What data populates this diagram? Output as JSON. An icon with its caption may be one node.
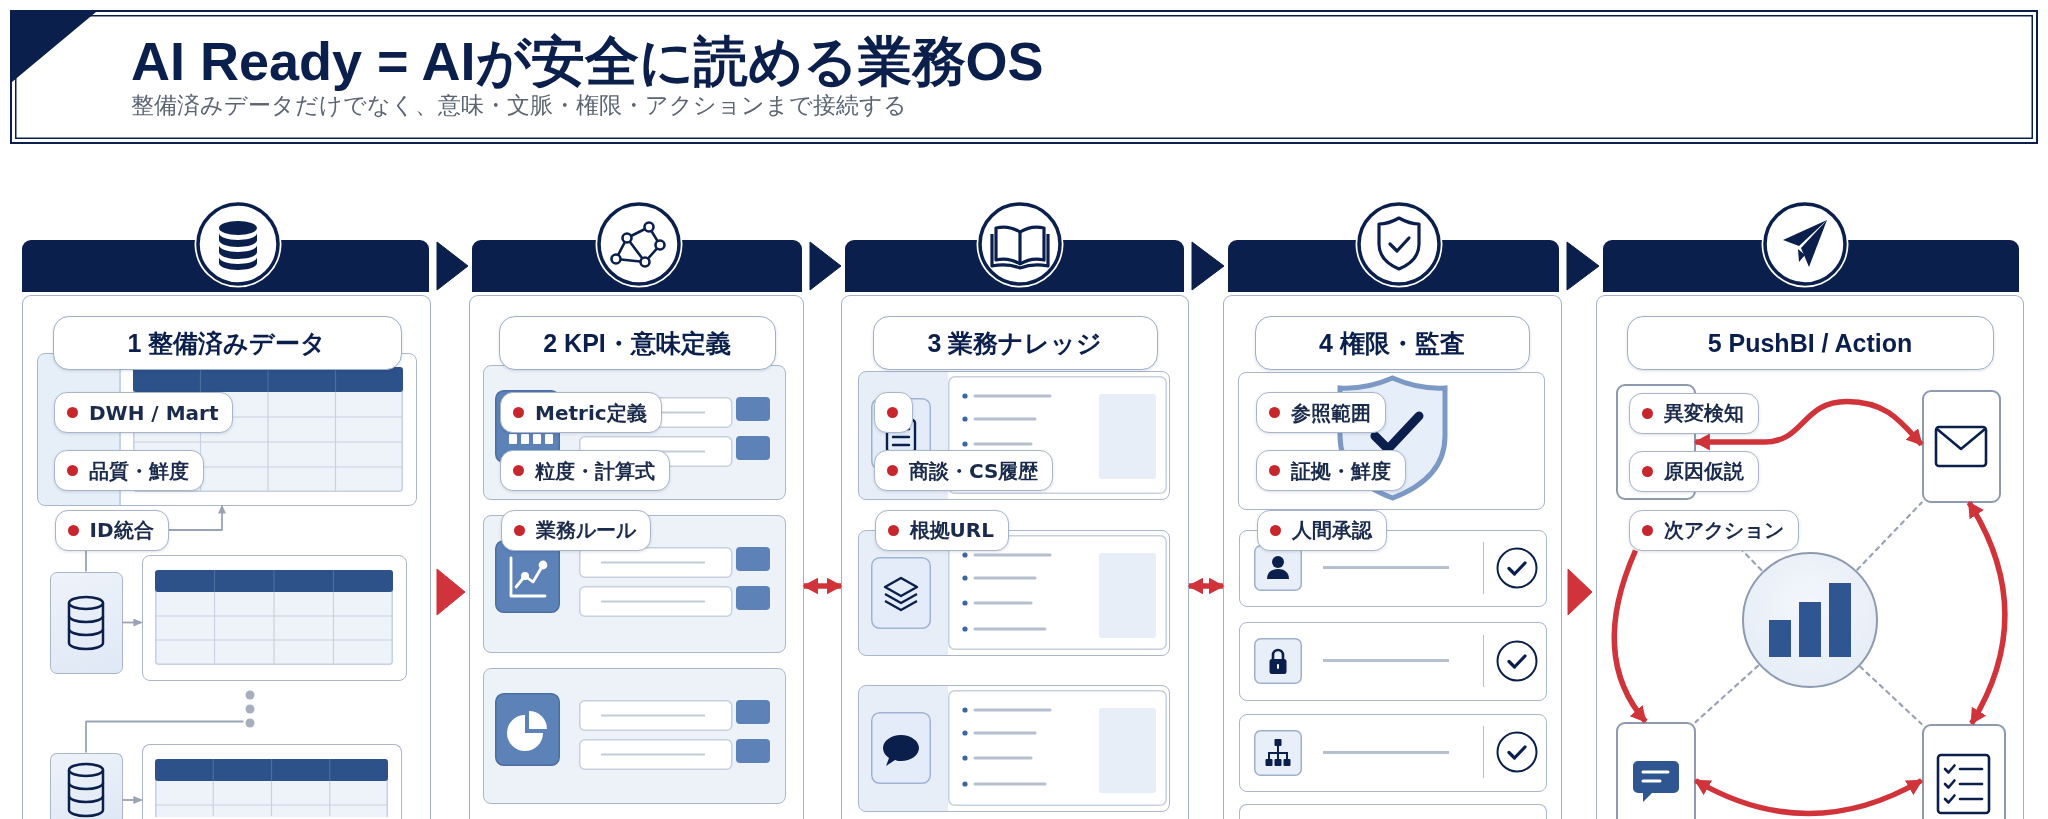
{
  "diagram": {
    "title": "AI Ready = AIが安全に読める業務OS",
    "nodes": [
      {
        "text": [],
        "shape": "bar"
      },
      {
        "text": [],
        "shape": "box"
      },
      {
        "text": [
          "1 整備済みデータ"
        ],
        "in": 1
      },
      {
        "text": [],
        "shape": "box",
        "in": 1
      },
      {
        "text": [
          "DWH / Mart"
        ],
        "in": 3
      },
      {
        "text": [
          "品質・鮮度"
        ],
        "in": 3
      },
      {
        "text": [
          "ID統合"
        ],
        "in": 1
      },
      {
        "text": [],
        "shape": "box",
        "in": 1
      },
      {
        "text": [],
        "shape": "box",
        "in": 1
      },
      {
        "text": [],
        "shape": "box",
        "in": 1
      },
      {
        "text": [],
        "shape": "box",
        "in": 1
      },
      {
        "text": [],
        "shape": "bar"
      },
      {
        "text": [],
        "shape": "box"
      },
      {
        "text": [
          "2 KPI・意味定義"
        ],
        "in": 12
      },
      {
        "text": [],
        "shape": "box",
        "in": 12
      },
      {
        "text": [
          "Metric定義"
        ],
        "in": 14
      },
      {
        "text": [
          "粒度・計算式"
        ],
        "in": 14
      },
      {
        "text": [
          "業務ルール"
        ],
        "in": 12
      },
      {
        "text": [],
        "shape": "box",
        "in": 12
      },
      {
        "text": [],
        "shape": "box",
        "in": 12
      },
      {
        "text": [],
        "shape": "bar"
      },
      {
        "text": [],
        "shape": "box"
      },
      {
        "text": [
          "3 業務ナレッジ"
        ],
        "in": 21
      },
      {
        "text": [],
        "shape": "box",
        "in": 21
      },
      {
        "text": [],
        "shape": "box",
        "in": 23
      },
      {
        "text": [
          "商談・CS履歴"
        ],
        "in": 23
      },
      {
        "text": [
          "根拠URL"
        ],
        "in": 21
      },
      {
        "text": [],
        "shape": "box",
        "in": 21
      },
      {
        "text": [],
        "shape": "box",
        "in": 21
      },
      {
        "text": [],
        "shape": "bar"
      },
      {
        "text": [],
        "shape": "box"
      },
      {
        "text": [
          "4 権限・監査"
        ],
        "in": 30
      },
      {
        "text": [],
        "shape": "box",
        "in": 30
      },
      {
        "text": [
          "参照範囲"
        ],
        "in": 32
      },
      {
        "text": [
          "証拠・鮮度"
        ],
        "in": 32
      },
      {
        "text": [
          "人間承認"
        ],
        "in": 30
      },
      {
        "text": [],
        "shape": "box",
        "in": 30
      },
      {
        "text": [],
        "shape": "box",
        "in": 30
      },
      {
        "text": [],
        "shape": "box",
        "in": 30
      },
      {
        "text": [],
        "shape": "box",
        "in": 30
      },
      {
        "text": [],
        "shape": "bar"
      },
      {
        "text": [],
        "shape": "box"
      },
      {
        "text": [
          "5 PushBI / Action"
        ],
        "in": 41
      },
      {
        "text": [],
        "shape": "box",
        "in": 41
      },
      {
        "text": [
          "異変検知"
        ],
        "in": 41
      },
      {
        "text": [
          "原因仮説"
        ],
        "in": 41
      },
      {
        "text": [
          "次アクション"
        ],
        "in": 41
      },
      {
        "text": [],
        "shape": "box",
        "in": 41
      },
      {
        "text": [],
        "shape": "circle",
        "in": 41
      },
      {
        "text": [],
        "shape": "box",
        "in": 41
      },
      {
        "text": [],
        "shape": "box",
        "in": 41
      },
      {
        "text": [],
        "shape": "dots",
        "in": 1
      }
    ],
    "edges": [
      {
        "from": 0,
        "to": 11,
        "arrow": "to",
        "color": "#0b1f4d"
      },
      {
        "from": 11,
        "to": 20,
        "arrow": "to",
        "color": "#0b1f4d"
      },
      {
        "from": 20,
        "to": 29,
        "arrow": "to",
        "color": "#0b1f4d"
      },
      {
        "from": 29,
        "to": 40,
        "arrow": "to",
        "color": "#0b1f4d"
      },
      {
        "from": 1,
        "to": 12,
        "arrow": "to",
        "style": "thick",
        "color": "#d0343a"
      },
      {
        "from": 12,
        "to": 21,
        "arrow": "both",
        "style": "thick",
        "color": "#d0343a"
      },
      {
        "from": 21,
        "to": 30,
        "arrow": "both",
        "style": "thick",
        "color": "#d0343a"
      },
      {
        "from": 30,
        "to": 41,
        "arrow": "to",
        "style": "thick",
        "color": "#d0343a"
      },
      {
        "from": 6,
        "to": 3,
        "arrow": "to"
      },
      {
        "from": 6,
        "to": 7,
        "arrow": "none"
      },
      {
        "from": 7,
        "to": 8,
        "arrow": "to"
      },
      {
        "from": 51,
        "to": 9,
        "arrow": "none"
      },
      {
        "from": 9,
        "to": 10,
        "arrow": "to"
      },
      {
        "from": 43,
        "to": 47,
        "arrow": "both",
        "style": "thick",
        "color": "#d0343a"
      },
      {
        "from": 47,
        "to": 50,
        "arrow": "both",
        "style": "thick",
        "color": "#d0343a"
      },
      {
        "from": 49,
        "to": 50,
        "arrow": "both",
        "style": "thick",
        "color": "#d0343a"
      },
      {
        "from": 46,
        "to": 49,
        "arrow": "to",
        "style": "thick",
        "color": "#d0343a"
      },
      {
        "from": 48,
        "to": 47,
        "arrow": "none",
        "style": "dashed"
      },
      {
        "from": 48,
        "to": 50,
        "arrow": "none",
        "style": "dashed"
      },
      {
        "from": 48,
        "to": 49,
        "arrow": "none",
        "style": "dashed"
      },
      {
        "from": 48,
        "to": 46,
        "arrow": "none",
        "style": "dashed"
      }
    ],
    "labels": [
      "整備済みデータだけでなく、意味・文脈・権限・アクションまで接続する"
    ]
  }
}
